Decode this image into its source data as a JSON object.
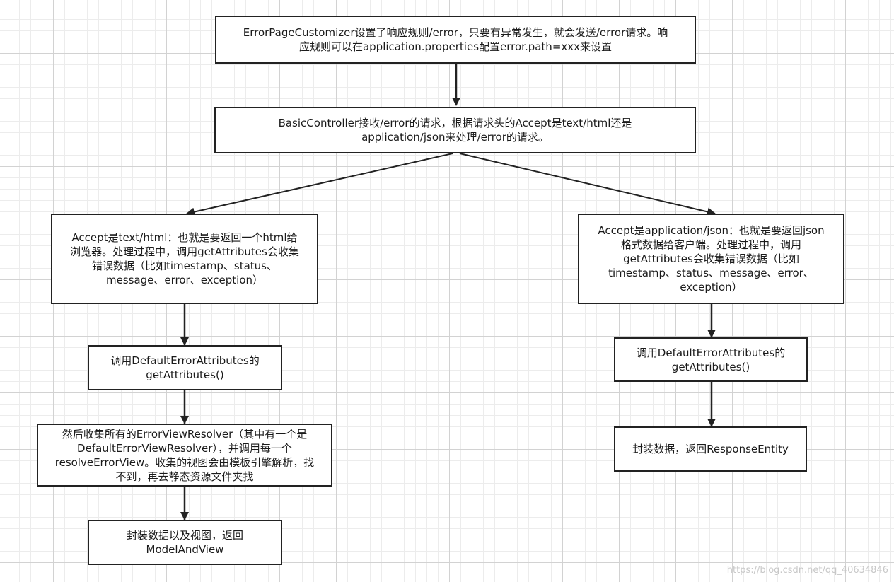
{
  "nodes": {
    "top": "ErrorPageCustomizer设置了响应规则/error，只要有异常发生，就会发送/error请求。响\n应规则可以在application.properties配置error.path=xxx来设置",
    "basic": "BasicController接收/error的请求，根据请求头的Accept是text/html还是\napplication/json来处理/error的请求。",
    "left_html": "Accept是text/html：也就是要返回一个html给\n浏览器。处理过程中，调用getAttributes会收集\n错误数据（比如timestamp、status、\nmessage、error、exception）",
    "left_call": "调用DefaultErrorAttributes的\ngetAttributes()",
    "left_resolver": "然后收集所有的ErrorViewResolver（其中有一个是\nDefaultErrorViewResolver），并调用每一个\nresolveErrorView。收集的视图会由模板引擎解析，找\n不到，再去静态资源文件夹找",
    "left_model": "封装数据以及视图，返回\nModelAndView",
    "right_json": "Accept是application/json：也就是要返回json\n格式数据给客户端。处理过程中，调用\ngetAttributes会收集错误数据（比如\ntimestamp、status、message、error、\nexception）",
    "right_call": "调用DefaultErrorAttributes的\ngetAttributes()",
    "right_response": "封装数据，返回ResponseEntity"
  },
  "watermark": "https://blog.csdn.net/qq_40634846"
}
